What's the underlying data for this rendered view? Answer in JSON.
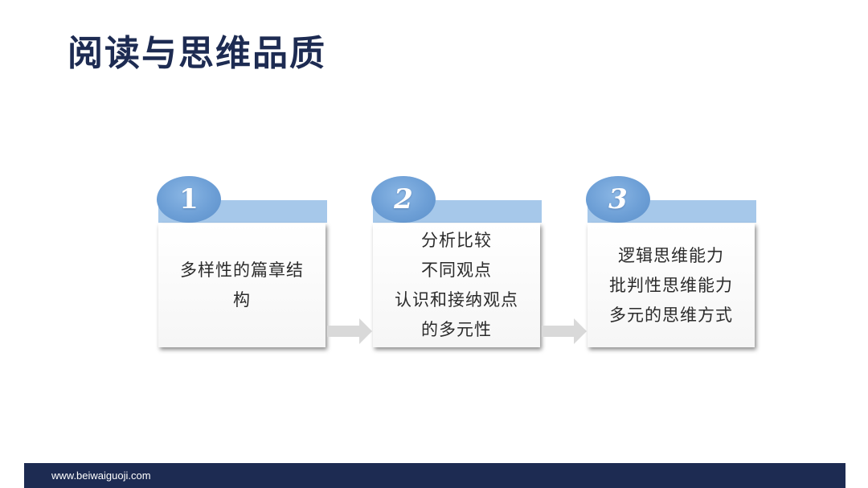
{
  "title": "阅读与思维品质",
  "steps": [
    {
      "number": "1",
      "lines": [
        "多样性的篇章结",
        "构"
      ]
    },
    {
      "number": "2",
      "lines": [
        "分析比较",
        "不同观点",
        "认识和接纳观点",
        "的多元性"
      ]
    },
    {
      "number": "3",
      "lines": [
        "逻辑思维能力",
        "批判性思维能力",
        "多元的思维方式"
      ]
    }
  ],
  "footer": {
    "url": "www.beiwaiguoji.com"
  },
  "colors": {
    "title": "#1d2b52",
    "band": "#a6c8ea",
    "circle": "#6d9fd6",
    "arrow": "#d9d9d9",
    "footer": "#1d2b52"
  }
}
